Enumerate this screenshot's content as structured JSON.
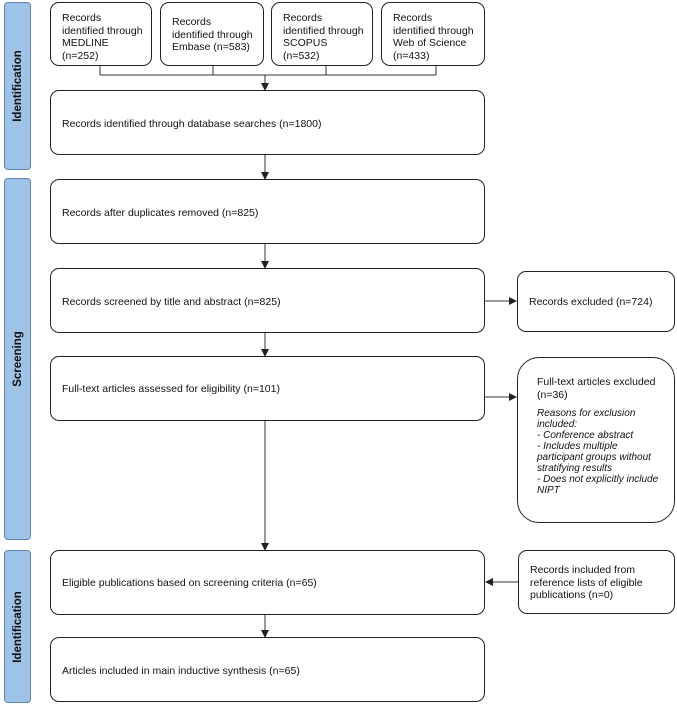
{
  "lanes": {
    "top": "Identification",
    "middle": "Screening",
    "bottom": "Identification"
  },
  "sources": [
    {
      "line1": "Records",
      "line2": "identified through",
      "line3": "MEDLINE",
      "line4": "(n=252)"
    },
    {
      "line1": "Records",
      "line2": "identified through",
      "line3": "Embase (n=583)"
    },
    {
      "line1": "Records",
      "line2": "identified through",
      "line3": "SCOPUS",
      "line4": "(n=532)"
    },
    {
      "line1": "Records",
      "line2": "identified through",
      "line3": "Web of Science",
      "line4": "(n=433)"
    }
  ],
  "flow": {
    "database": "Records identified through database searches (n=1800)",
    "duplicates": "Records after duplicates removed (n=825)",
    "screened": "Records screened by title and abstract (n=825)",
    "fulltext": "Full-text articles assessed for eligibility (n=101)",
    "eligible": "Eligible publications based on screening criteria (n=65)",
    "included": "Articles included in main inductive synthesis (n=65)"
  },
  "side": {
    "excluded": "Records excluded (n=724)",
    "fulltext_excluded_title": "Full-text articles excluded\n(n=36)",
    "reasons_heading": "Reasons for exclusion\nincluded:",
    "reasons": [
      "- Conference abstract",
      "- Includes multiple\nparticipant groups without\nstratifying results",
      "- Does not explicitly include\nNIPT"
    ],
    "reference": "Records included from\nreference lists of eligible\npublications (n=0)"
  }
}
